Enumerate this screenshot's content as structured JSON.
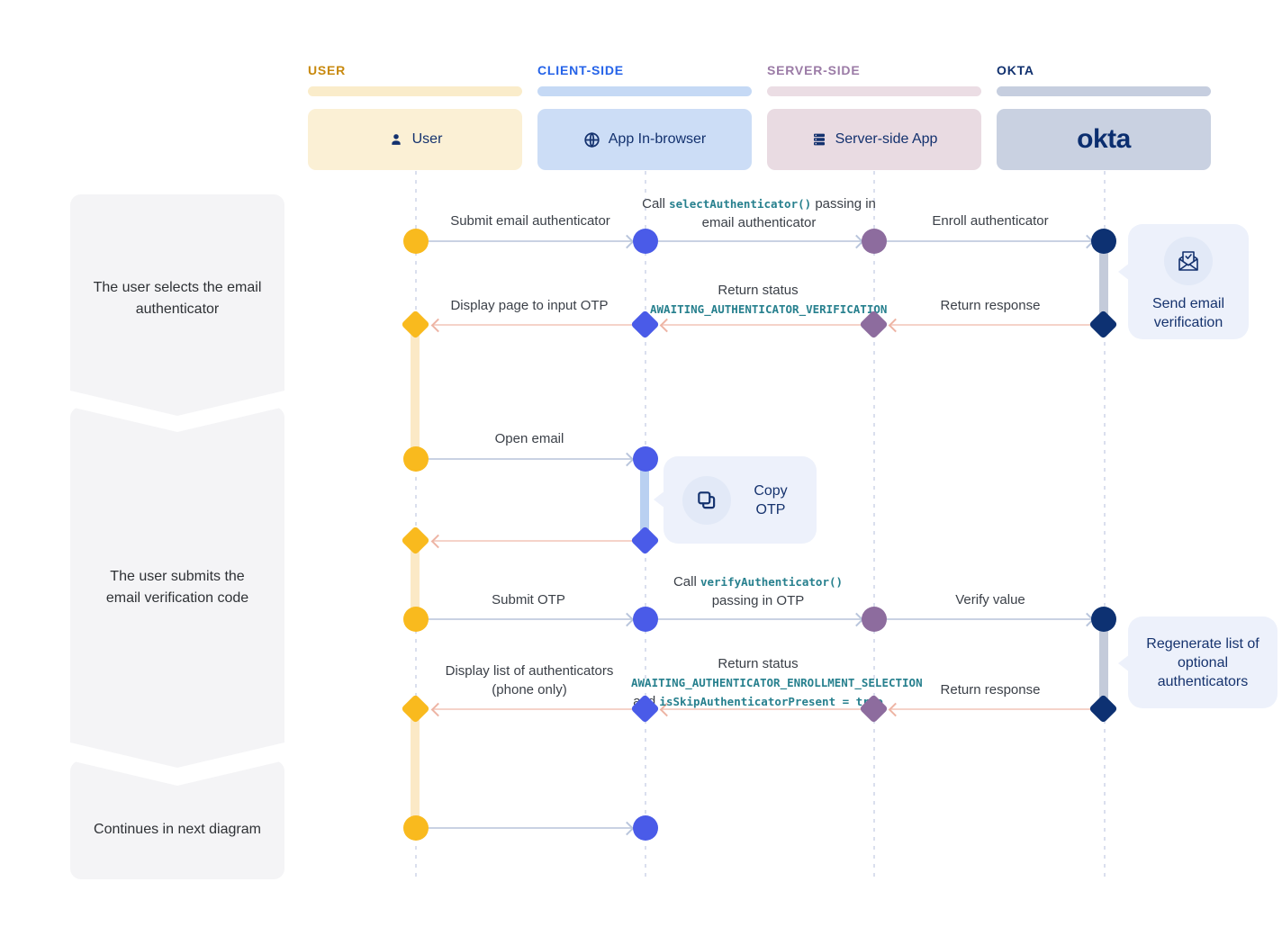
{
  "lanes": [
    {
      "key": "user",
      "header": "USER",
      "box_label": "User",
      "icon": "person-icon",
      "header_color": "#C8890E",
      "bar_color": "#FAECCA",
      "box_bg": "#FBF0D5",
      "node_color": "#F9BA1E",
      "activation_color": "#FBE9C6"
    },
    {
      "key": "client",
      "header": "CLIENT-SIDE",
      "box_label": "App In-browser",
      "icon": "globe-icon",
      "header_color": "#2563E8",
      "bar_color": "#C5D9F5",
      "box_bg": "#CCDDF6",
      "node_color": "#4A5BE8",
      "activation_color": "#B9D0F1"
    },
    {
      "key": "server",
      "header": "SERVER-SIDE",
      "box_label": "Server-side App",
      "icon": "server-icon",
      "header_color": "#9B7BA6",
      "bar_color": "#EBDDE4",
      "box_bg": "#E9DBE2",
      "node_color": "#8D6C9E"
    },
    {
      "key": "okta",
      "header": "OKTA",
      "box_label": "okta",
      "icon": "okta-logo",
      "header_color": "#10306E",
      "bar_color": "#C6CEDF",
      "box_bg": "#C9D1E1",
      "node_color": "#0D3172",
      "activation_color": "#C4CBDA"
    }
  ],
  "stages": [
    {
      "text": "The user selects the email authenticator"
    },
    {
      "text": "The user submits the email verification code"
    },
    {
      "text": "Continues in next diagram"
    }
  ],
  "messages": [
    {
      "from": "user",
      "to": "client",
      "parts": [
        {
          "t": "Submit email authenticator"
        }
      ]
    },
    {
      "from": "client",
      "to": "server",
      "parts": [
        {
          "t": "Call "
        },
        {
          "t": "selectAuthenticator()",
          "code": true
        },
        {
          "t": " passing in email authenticator"
        }
      ]
    },
    {
      "from": "server",
      "to": "okta",
      "parts": [
        {
          "t": "Enroll authenticator"
        }
      ]
    },
    {
      "from": "client",
      "to": "user",
      "parts": [
        {
          "t": "Display page to input OTP"
        }
      ]
    },
    {
      "from": "server",
      "to": "client",
      "parts": [
        {
          "t": "Return status "
        },
        {
          "t": "AWAITING_",
          "code": true
        },
        {
          "t": "AUTHENTICATOR_VERIFICATION",
          "code": true
        }
      ]
    },
    {
      "from": "okta",
      "to": "server",
      "parts": [
        {
          "t": "Return response"
        }
      ]
    },
    {
      "from": "user",
      "to": "client",
      "parts": [
        {
          "t": "Open email"
        }
      ]
    },
    {
      "from": "user",
      "to": "client",
      "parts": [
        {
          "t": "Submit OTP"
        }
      ]
    },
    {
      "from": "client",
      "to": "server",
      "parts": [
        {
          "t": "Call "
        },
        {
          "t": "verifyAuthenticator()",
          "code": true
        },
        {
          "t": " passing in OTP"
        }
      ]
    },
    {
      "from": "server",
      "to": "okta",
      "parts": [
        {
          "t": "Verify value"
        }
      ]
    },
    {
      "from": "client",
      "to": "user",
      "parts": [
        {
          "t": "Display list of authenticators (phone only)"
        }
      ]
    },
    {
      "from": "server",
      "to": "client",
      "parts": [
        {
          "t": "Return status "
        },
        {
          "t": "AWAITING_AUTHENTICATOR_",
          "code": true
        },
        {
          "t": "ENROLLMENT_SELECTION",
          "code": true
        },
        {
          "t": " and ",
          "code": false
        },
        {
          "t": "isSkipAuthenticatorPresent = true",
          "code": true
        }
      ]
    },
    {
      "from": "okta",
      "to": "server",
      "parts": [
        {
          "t": "Return response"
        }
      ]
    }
  ],
  "callouts": [
    {
      "text": "Send email verification",
      "icon": "email-verification-icon"
    },
    {
      "text": "Copy OTP",
      "icon": "copy-icon"
    },
    {
      "text": "Regenerate list of optional authenticators",
      "icon": null
    }
  ],
  "colors": {
    "forward_arrow": "#C9D2E3",
    "return_arrow": "#F5D3C9",
    "code_text": "#27808E",
    "label_text": "#3B4048",
    "stage_bg": "#F4F4F6",
    "callout_bg": "#EDF1FB",
    "lane_text": "#13316E",
    "lifeline": "#DADFEE"
  }
}
